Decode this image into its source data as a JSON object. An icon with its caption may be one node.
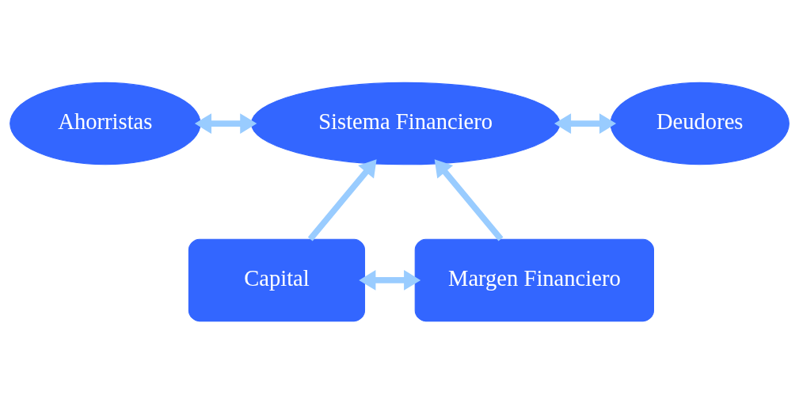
{
  "diagram": {
    "nodes": [
      {
        "text": [
          "Ahorristas"
        ]
      },
      {
        "text": [
          "Sistema Financiero"
        ]
      },
      {
        "text": [
          "Deudores"
        ]
      },
      {
        "text": [
          "Capital"
        ]
      },
      {
        "text": [
          "Margen Financiero"
        ]
      }
    ],
    "edges": [
      {
        "from": 0,
        "to": 1,
        "arrow": "both"
      },
      {
        "from": 1,
        "to": 2,
        "arrow": "both"
      },
      {
        "from": 3,
        "to": 1,
        "arrow": "to"
      },
      {
        "from": 4,
        "to": 1,
        "arrow": "to"
      },
      {
        "from": 3,
        "to": 4,
        "arrow": "both"
      }
    ]
  }
}
